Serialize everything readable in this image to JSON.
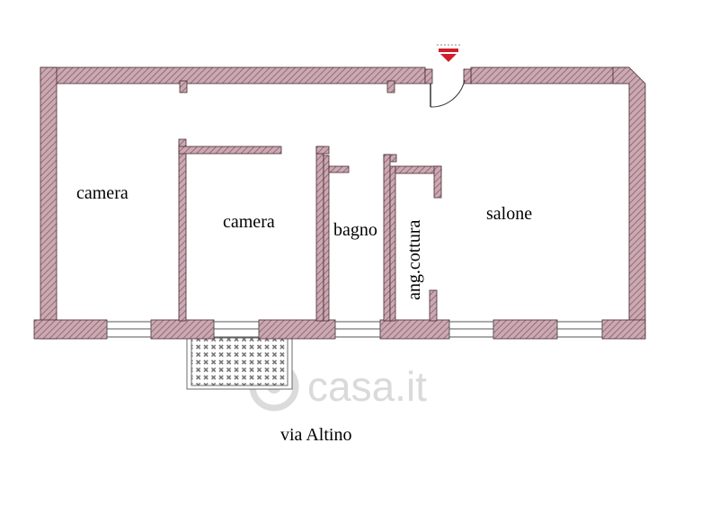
{
  "rooms": {
    "camera_1": "camera",
    "camera_2": "camera",
    "bagno": "bagno",
    "ang_cottura": "ang.cottura",
    "salone": "salone"
  },
  "street": "via Altino",
  "watermark": "casa.it",
  "colors": {
    "wall_fill": "#c9aab3",
    "wall_hatch": "#8e5867",
    "wall_outline": "#4a2a33",
    "entrance_marker": "#d01f2a"
  }
}
